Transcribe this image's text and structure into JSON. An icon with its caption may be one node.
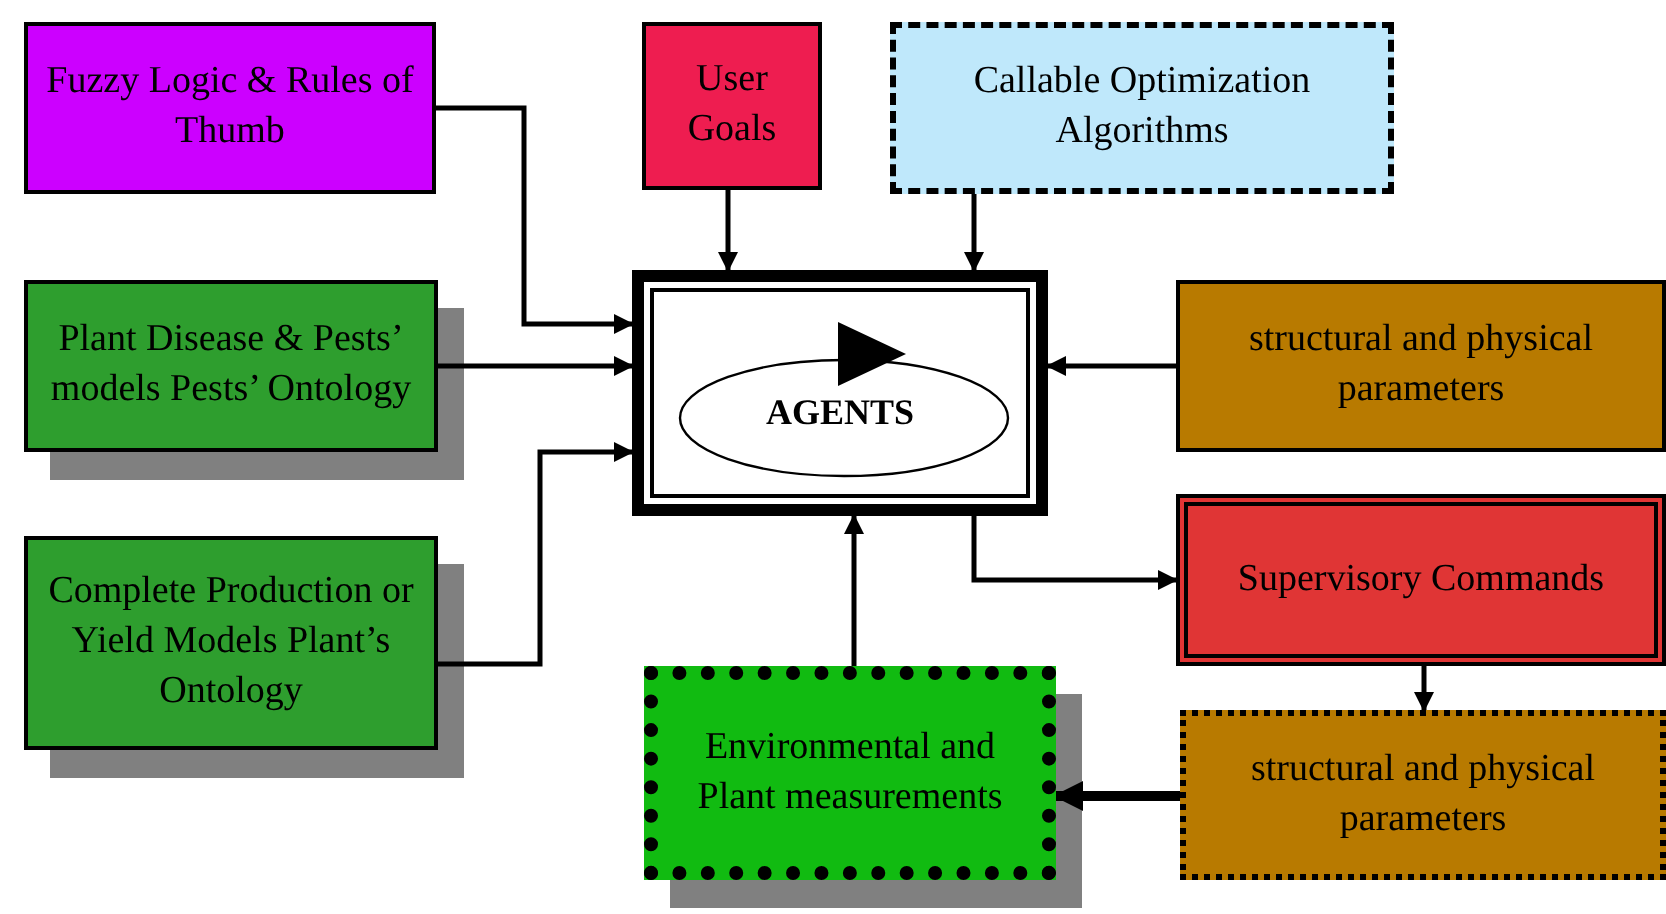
{
  "diagram": {
    "nodes": [
      {
        "text": [
          "Fuzzy Logic & Rules of Thumb"
        ]
      },
      {
        "text": [
          "User Goals"
        ]
      },
      {
        "text": [
          "Callable Optimization Algorithms"
        ]
      },
      {
        "text": [
          "Plant Disease & Pests’ models Pests’ Ontology"
        ]
      },
      {
        "text": [
          "Complete Production or Yield Models Plant’s Ontology"
        ]
      },
      {
        "text": [
          "AGENTS"
        ]
      },
      {
        "text": [
          "structural and physical parameters"
        ]
      },
      {
        "text": [
          "Supervisory Commands"
        ]
      },
      {
        "text": [
          "structural and physical parameters"
        ]
      },
      {
        "text": [
          "Environmental and Plant measurements"
        ]
      }
    ],
    "edges": [
      {
        "from": 0,
        "to": 5,
        "arrow": "to"
      },
      {
        "from": 1,
        "to": 5,
        "arrow": "to"
      },
      {
        "from": 2,
        "to": 5,
        "arrow": "to"
      },
      {
        "from": 3,
        "to": 5,
        "arrow": "to"
      },
      {
        "from": 4,
        "to": 5,
        "arrow": "to"
      },
      {
        "from": 6,
        "to": 5,
        "arrow": "to"
      },
      {
        "from": 5,
        "to": 7,
        "arrow": "to"
      },
      {
        "from": 7,
        "to": 8,
        "arrow": "to"
      },
      {
        "from": 8,
        "to": 9,
        "arrow": "to",
        "style": "thick"
      },
      {
        "from": 9,
        "to": 5,
        "arrow": "to"
      }
    ]
  }
}
